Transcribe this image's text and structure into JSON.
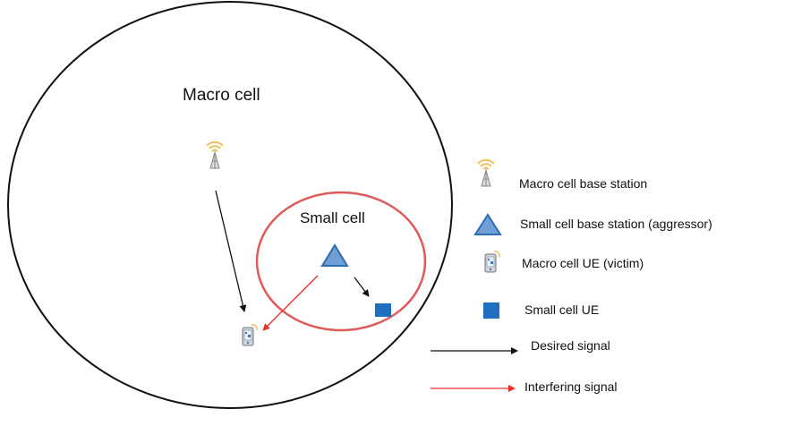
{
  "labels": {
    "macro_cell": "Macro cell",
    "small_cell": "Small cell"
  },
  "legend": {
    "macro_bs": "Macro cell base station",
    "small_bs": "Small cell base station (aggressor)",
    "macro_ue": "Macro cell UE (victim)",
    "small_ue": "Small cell UE",
    "desired": "Desired signal",
    "interfering": "Interfering signal"
  },
  "colors": {
    "macro_circle": "#111111",
    "small_circle": "#e05a5a",
    "desired_arrow": "#111111",
    "interfering_arrow": "#e8302a",
    "small_bs_fill": "#6f9fd4",
    "small_bs_stroke": "#2e6db3",
    "small_ue": "#1f6fc1",
    "tower": "#9a9a9a",
    "waves": "#f0c060"
  },
  "icons": {
    "macro_bs": "cell-tower-icon",
    "small_bs": "triangle-icon",
    "macro_ue": "mobile-phone-icon",
    "small_ue": "square-icon"
  }
}
